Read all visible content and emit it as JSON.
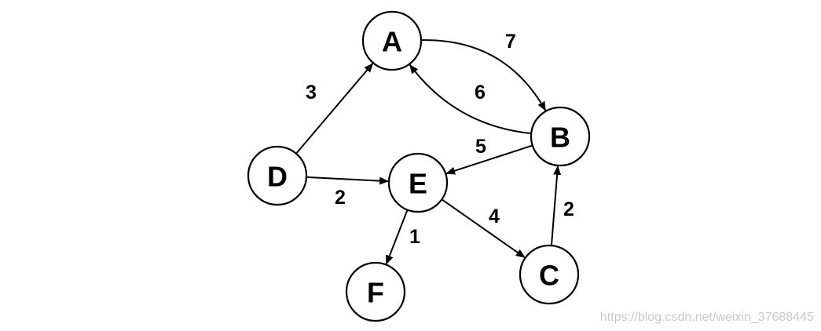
{
  "graph": {
    "nodes": [
      {
        "id": "A",
        "label": "A"
      },
      {
        "id": "B",
        "label": "B"
      },
      {
        "id": "C",
        "label": "C"
      },
      {
        "id": "D",
        "label": "D"
      },
      {
        "id": "E",
        "label": "E"
      },
      {
        "id": "F",
        "label": "F"
      }
    ],
    "edges": [
      {
        "from": "A",
        "to": "B",
        "weight": "7"
      },
      {
        "from": "B",
        "to": "A",
        "weight": "6"
      },
      {
        "from": "D",
        "to": "A",
        "weight": "3"
      },
      {
        "from": "D",
        "to": "E",
        "weight": "2"
      },
      {
        "from": "B",
        "to": "E",
        "weight": "5"
      },
      {
        "from": "E",
        "to": "C",
        "weight": "4"
      },
      {
        "from": "C",
        "to": "B",
        "weight": "2"
      },
      {
        "from": "E",
        "to": "F",
        "weight": "1"
      }
    ]
  },
  "watermark": "https://blog.csdn.net/weixin_37688445",
  "colors": {
    "stroke": "#000000",
    "node_fill": "#ffffff",
    "watermark": "#c8c8c8"
  }
}
